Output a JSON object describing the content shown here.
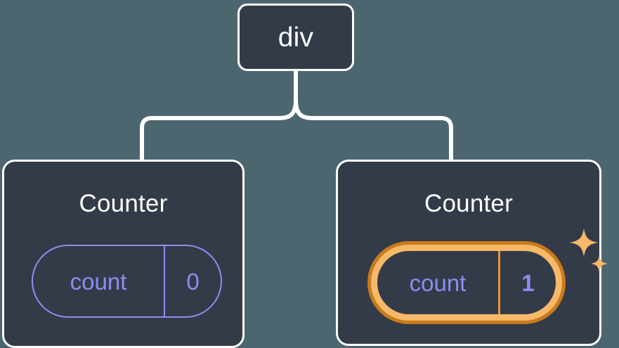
{
  "diagram": {
    "type": "component-tree",
    "background_color": "#4c6670",
    "node_fill_color": "#343b48",
    "node_border_color": "#ffffff",
    "connector_color": "#ffffff",
    "accent_color": "#8b8ef0",
    "highlight_outer_color": "#c97b1c",
    "highlight_inner_color": "#f7b968",
    "root": {
      "label": "div"
    },
    "children": [
      {
        "title": "Counter",
        "state": {
          "key": "count",
          "value": "0"
        },
        "highlighted": false
      },
      {
        "title": "Counter",
        "state": {
          "key": "count",
          "value": "1"
        },
        "highlighted": true,
        "sparkle_icons": [
          "sparkle-large",
          "sparkle-small"
        ]
      }
    ]
  }
}
